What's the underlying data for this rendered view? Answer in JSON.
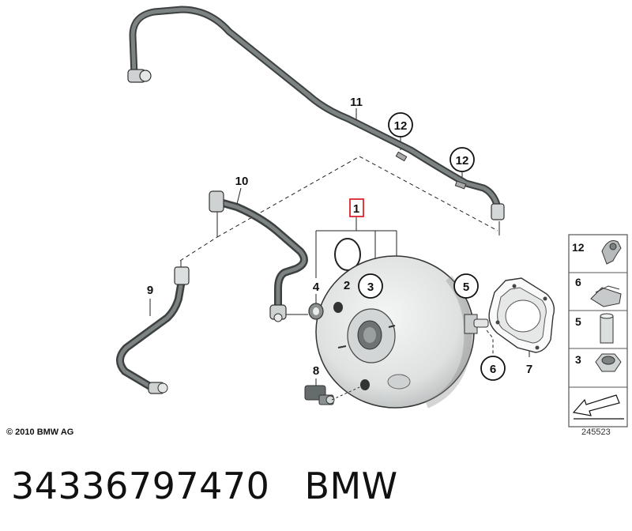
{
  "callouts": {
    "p1": "1",
    "p2": "2",
    "p3": "3",
    "p4": "4",
    "p5": "5",
    "p6": "6",
    "p7": "7",
    "p8": "8",
    "p9": "9",
    "p10": "10",
    "p11": "11",
    "p12a": "12",
    "p12b": "12"
  },
  "legend": {
    "items": [
      {
        "number": "12",
        "icon": "hose-clip-icon"
      },
      {
        "number": "6",
        "icon": "spring-clip-icon"
      },
      {
        "number": "5",
        "icon": "pin-icon"
      },
      {
        "number": "3",
        "icon": "hex-nut-icon"
      },
      {
        "icon": "arrow-icon"
      }
    ]
  },
  "footer": {
    "copyright": "© 2010 BMW AG",
    "diagram_number": "245523"
  },
  "part": {
    "number": "34336797470",
    "brand": "BMW"
  },
  "colors": {
    "highlight": "#d9262b",
    "hose": "#555a5a",
    "booster": "#e4e6e6",
    "outline": "#333333"
  }
}
